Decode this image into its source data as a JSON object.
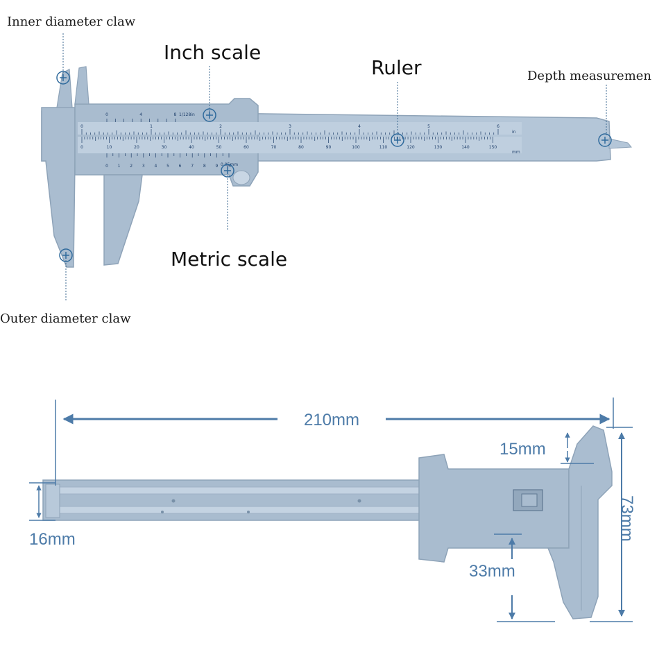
{
  "colors": {
    "body": "#a9bccf",
    "body_light": "#b9cadb",
    "edge": "#8ea3b8",
    "scale": "#1f3f6a",
    "leader": "#3d6a92",
    "marker": "#2f6a9c",
    "dimension": "#4d7ba8"
  },
  "icons": {
    "marker": "crosshair-circle-icon"
  },
  "top_view": {
    "labels": {
      "inner_claw": "Inner diameter claw",
      "inch_scale": "Inch scale",
      "ruler": "Ruler",
      "depth": "Depth measuremen",
      "metric_scale": "Metric scale",
      "outer_claw": "Outer diameter claw"
    },
    "scale_marks": {
      "inch_unit": "in",
      "mm_unit": "mm",
      "inch_fraction": "1/128in",
      "vernier_precision": "0.05mm",
      "inch_numbers": [
        "0",
        "1",
        "2",
        "3",
        "4",
        "5",
        "6"
      ],
      "mm_numbers": [
        "0",
        "10",
        "20",
        "30",
        "40",
        "50",
        "60",
        "70",
        "80",
        "90",
        "100",
        "110",
        "120",
        "130",
        "140",
        "150"
      ],
      "inch_vernier_numbers": [
        "0",
        "4",
        "8"
      ],
      "metric_vernier_numbers": [
        "0",
        "1",
        "2",
        "3",
        "4",
        "5",
        "6",
        "7",
        "8",
        "9",
        "10"
      ]
    }
  },
  "bottom_view": {
    "dimensions": {
      "length": "210mm",
      "height": "73mm",
      "jaw_tip": "15mm",
      "beam_width": "16mm",
      "jaw_depth": "33mm"
    }
  }
}
